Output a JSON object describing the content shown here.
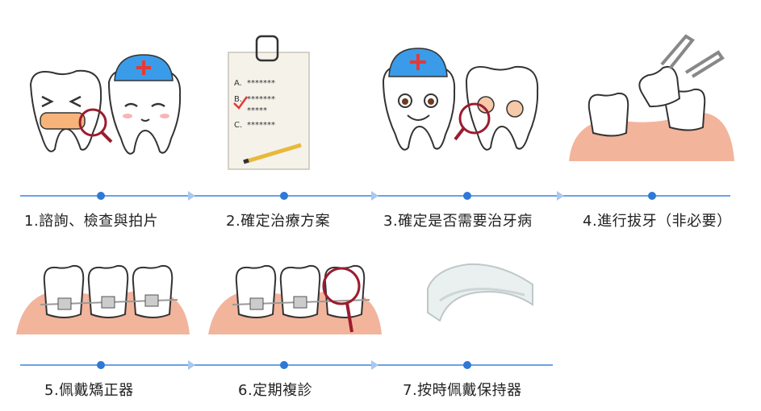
{
  "steps": [
    {
      "label": "1.諮詢、檢查與拍片",
      "icon": "teeth-with-magnifier-icon"
    },
    {
      "label": "2.確定治療方案",
      "icon": "treatment-plan-clipboard-icon"
    },
    {
      "label": "3.確定是否需要治牙病",
      "icon": "teeth-checkup-icon"
    },
    {
      "label": "4.進行拔牙（非必要）",
      "icon": "tooth-extraction-icon"
    },
    {
      "label": "5.佩戴矯正器",
      "icon": "braces-icon"
    },
    {
      "label": "6.定期複診",
      "icon": "braces-checkup-icon"
    },
    {
      "label": "7.按時佩戴保持器",
      "icon": "clear-retainer-icon"
    }
  ],
  "plan_sheet": {
    "option_a": "A.",
    "option_b": "B.",
    "option_c": "C.",
    "stars": "*******",
    "stars_short": "*****"
  },
  "colors": {
    "line": "#6aa2e6",
    "dot": "#2e78d8",
    "cap": "#3a9be8",
    "cross": "#e53935",
    "magnifier": "#9b1c2e",
    "gum": "#f3b49c"
  }
}
